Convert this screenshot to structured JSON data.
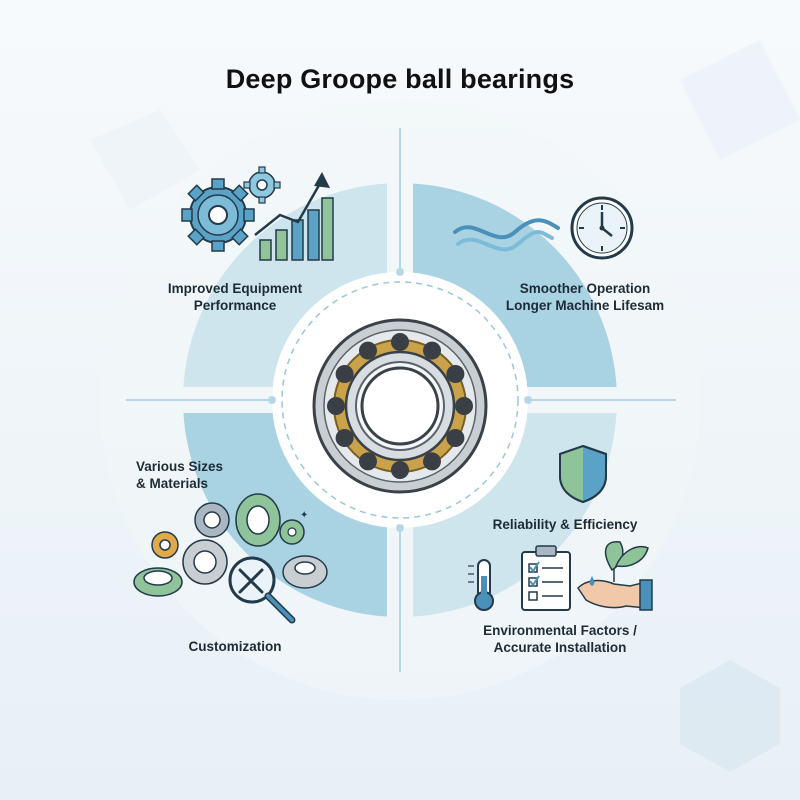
{
  "title": "Deep Groope ball bearings",
  "quadrants": {
    "top_left": {
      "lines": [
        "Improved Equipment",
        "Performance"
      ],
      "icon": "gears-growth-chart-icon"
    },
    "top_right": {
      "lines": [
        "Smoother Operation",
        "Longer Machine Lifesam"
      ],
      "icon": "waves-clock-icon"
    },
    "bottom_left": {
      "lines": [
        "Various Sizes",
        "& Materials"
      ],
      "bottom_label": "Customization",
      "icon": "bearings-magnifier-icon"
    },
    "bottom_right": {
      "lines": [
        "Reliability & Efficiency"
      ],
      "bottom_lines": [
        "Environmental Factors /",
        "Accurate Installation"
      ],
      "icon": "shield-thermometer-clipboard-icon"
    }
  },
  "center": {
    "icon": "ball-bearing-icon"
  },
  "colors": {
    "ring_light": "#cfe5ee",
    "ring_mid": "#a9d3e2",
    "accent_blue": "#4a90b8",
    "accent_green": "#8fc49a",
    "cage_gold": "#c9a24a"
  }
}
